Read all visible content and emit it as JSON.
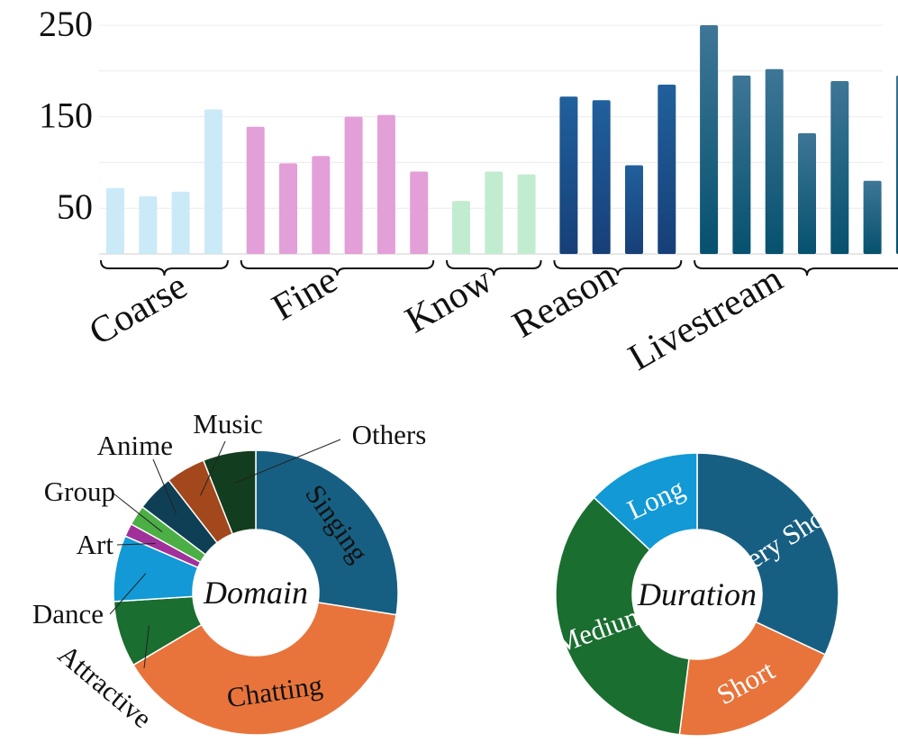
{
  "chart_data": [
    {
      "type": "bar",
      "ylim": [
        0,
        250
      ],
      "yticks": [
        50,
        150,
        250
      ],
      "grid": true,
      "groups": [
        {
          "name": "Coarse",
          "color": "#cbeaf7",
          "values": [
            72,
            63,
            68,
            158
          ]
        },
        {
          "name": "Fine",
          "color": "#e39fd8",
          "values": [
            139,
            99,
            107,
            150,
            152,
            90
          ]
        },
        {
          "name": "Know",
          "color": "#c2ecd0",
          "values": [
            58,
            90,
            87
          ]
        },
        {
          "name": "Reason",
          "color": "#1f5e96",
          "values": [
            172,
            168,
            97,
            185
          ]
        },
        {
          "name": "Livestream",
          "color": "#14567a",
          "values": [
            250,
            195,
            202,
            132,
            189,
            80,
            195
          ]
        }
      ]
    },
    {
      "type": "pie",
      "center_label": "Domain",
      "slices": [
        {
          "label": "Singing",
          "value": 27.5,
          "color": "#175f82",
          "label_color": "#111111"
        },
        {
          "label": "Chatting",
          "value": 39.0,
          "color": "#e8743b",
          "label_color": "#111111"
        },
        {
          "label": "Attractive",
          "value": 7.5,
          "color": "#1a6e30",
          "label_color": "#111111"
        },
        {
          "label": "Dance",
          "value": 7.5,
          "color": "#1299d6",
          "label_color": "#111111"
        },
        {
          "label": "Art",
          "value": 1.5,
          "color": "#a0309a",
          "label_color": "#111111"
        },
        {
          "label": "Group",
          "value": 2.3,
          "color": "#4caf45",
          "label_color": "#111111"
        },
        {
          "label": "Anime",
          "value": 4.2,
          "color": "#0f3f55",
          "label_color": "#111111"
        },
        {
          "label": "Music",
          "value": 4.5,
          "color": "#a2481c",
          "label_color": "#111111"
        },
        {
          "label": "Others",
          "value": 6.0,
          "color": "#123d1f",
          "label_color": "#111111"
        }
      ]
    },
    {
      "type": "pie",
      "center_label": "Duration",
      "slices": [
        {
          "label": "Very Short",
          "value": 32,
          "color": "#175f82",
          "label_color": "#ffffff"
        },
        {
          "label": "Short",
          "value": 20,
          "color": "#e8743b",
          "label_color": "#ffffff"
        },
        {
          "label": "Medium",
          "value": 35,
          "color": "#1a6e30",
          "label_color": "#ffffff"
        },
        {
          "label": "Long",
          "value": 13,
          "color": "#1299d6",
          "label_color": "#ffffff"
        }
      ]
    }
  ]
}
